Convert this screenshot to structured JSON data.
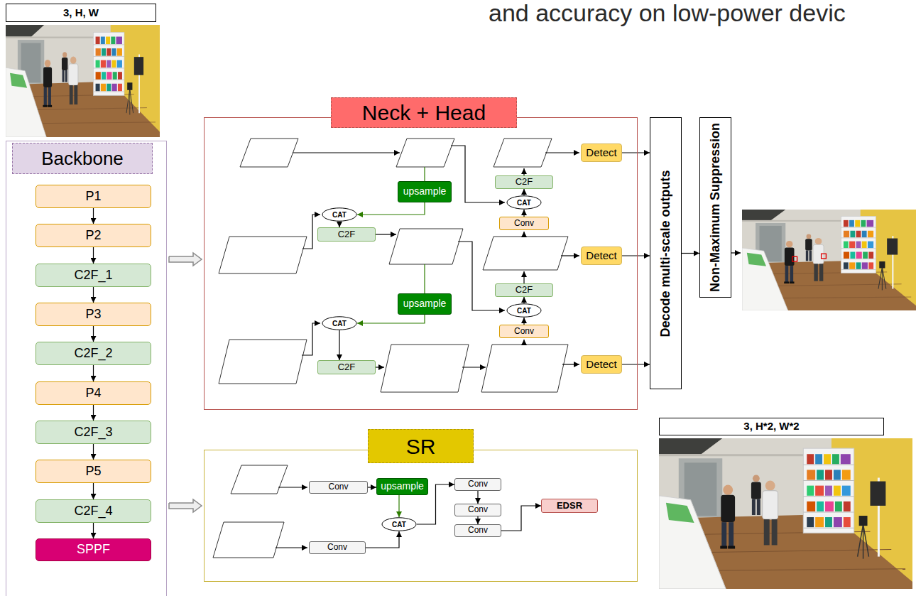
{
  "diagram": {
    "nodes": [
      {
        "text": [
          "3, H, W"
        ]
      },
      {
        "text": [
          "Backbone"
        ]
      },
      {
        "text": [
          "P1"
        ],
        "in": 1
      },
      {
        "text": [
          "P2"
        ],
        "in": 1
      },
      {
        "text": [
          "C2F_1"
        ],
        "in": 1
      },
      {
        "text": [
          "P3"
        ],
        "in": 1
      },
      {
        "text": [
          "C2F_2"
        ],
        "in": 1
      },
      {
        "text": [
          "P4"
        ],
        "in": 1
      },
      {
        "text": [
          "C2F_3"
        ],
        "in": 1
      },
      {
        "text": [
          "P5"
        ],
        "in": 1
      },
      {
        "text": [
          "C2F_4"
        ],
        "in": 1
      },
      {
        "text": [
          "SPPF"
        ],
        "in": 1
      },
      {
        "text": [
          "Neck + Head"
        ]
      },
      {
        "text": [
          "upsample"
        ],
        "in": 12
      },
      {
        "text": [
          "CAT"
        ],
        "in": 12
      },
      {
        "text": [
          "C2F"
        ],
        "in": 12
      },
      {
        "text": [
          "upsample"
        ],
        "in": 12
      },
      {
        "text": [
          "CAT"
        ],
        "in": 12
      },
      {
        "text": [
          "C2F"
        ],
        "in": 12
      },
      {
        "text": [
          "C2F"
        ],
        "in": 12
      },
      {
        "text": [
          "CAT"
        ],
        "in": 12
      },
      {
        "text": [
          "Conv"
        ],
        "in": 12
      },
      {
        "text": [
          "C2F"
        ],
        "in": 12
      },
      {
        "text": [
          "CAT"
        ],
        "in": 12
      },
      {
        "text": [
          "Conv"
        ],
        "in": 12
      },
      {
        "text": [
          "Detect"
        ],
        "in": 12
      },
      {
        "text": [
          "Detect"
        ],
        "in": 12
      },
      {
        "text": [
          "Detect"
        ],
        "in": 12
      },
      {
        "text": [
          "Decode multi-scale outputs"
        ]
      },
      {
        "text": [
          "Non-Maximum Suppression"
        ]
      },
      {
        "text": [
          "SR"
        ]
      },
      {
        "text": [
          "Conv"
        ],
        "in": 30
      },
      {
        "text": [
          "upsample"
        ],
        "in": 30
      },
      {
        "text": [
          "Conv"
        ],
        "in": 30
      },
      {
        "text": [
          "CAT"
        ],
        "in": 30
      },
      {
        "text": [
          "Conv"
        ],
        "in": 30
      },
      {
        "text": [
          "Conv"
        ],
        "in": 30
      },
      {
        "text": [
          "Conv"
        ],
        "in": 30
      },
      {
        "text": [
          "EDSR"
        ],
        "in": 30
      },
      {
        "text": [
          "3, H*2, W*2"
        ]
      }
    ],
    "edges": [
      {
        "from": 2,
        "to": 3,
        "arrow": "to"
      },
      {
        "from": 3,
        "to": 4,
        "arrow": "to"
      },
      {
        "from": 4,
        "to": 5,
        "arrow": "to"
      },
      {
        "from": 5,
        "to": 6,
        "arrow": "to"
      },
      {
        "from": 6,
        "to": 7,
        "arrow": "to"
      },
      {
        "from": 7,
        "to": 8,
        "arrow": "to"
      },
      {
        "from": 8,
        "to": 9,
        "arrow": "to"
      },
      {
        "from": 9,
        "to": 10,
        "arrow": "to"
      },
      {
        "from": 10,
        "to": 11,
        "arrow": "to"
      },
      {
        "from": 1,
        "to": 12,
        "arrow": "to"
      },
      {
        "from": 1,
        "to": 30,
        "arrow": "to"
      },
      {
        "from": 13,
        "to": 14,
        "arrow": "to"
      },
      {
        "from": 14,
        "to": 15,
        "arrow": "to"
      },
      {
        "from": 16,
        "to": 17,
        "arrow": "to"
      },
      {
        "from": 17,
        "to": 18,
        "arrow": "to"
      },
      {
        "from": 24,
        "to": 23,
        "arrow": "to"
      },
      {
        "from": 23,
        "to": 22,
        "arrow": "to"
      },
      {
        "from": 21,
        "to": 20,
        "arrow": "to"
      },
      {
        "from": 20,
        "to": 19,
        "arrow": "to"
      },
      {
        "from": 25,
        "to": 28,
        "arrow": "to"
      },
      {
        "from": 26,
        "to": 28,
        "arrow": "to"
      },
      {
        "from": 27,
        "to": 28,
        "arrow": "to"
      },
      {
        "from": 28,
        "to": 29,
        "arrow": "to"
      },
      {
        "from": 31,
        "to": 32,
        "arrow": "to"
      },
      {
        "from": 32,
        "to": 34,
        "arrow": "to"
      },
      {
        "from": 33,
        "to": 34,
        "arrow": "to"
      },
      {
        "from": 34,
        "to": 35,
        "arrow": "to"
      },
      {
        "from": 35,
        "to": 36,
        "arrow": "to"
      },
      {
        "from": 36,
        "to": 37,
        "arrow": "to"
      },
      {
        "from": 37,
        "to": 38,
        "arrow": "to"
      }
    ],
    "labels": [
      "and accuracy on low-power devic"
    ]
  }
}
